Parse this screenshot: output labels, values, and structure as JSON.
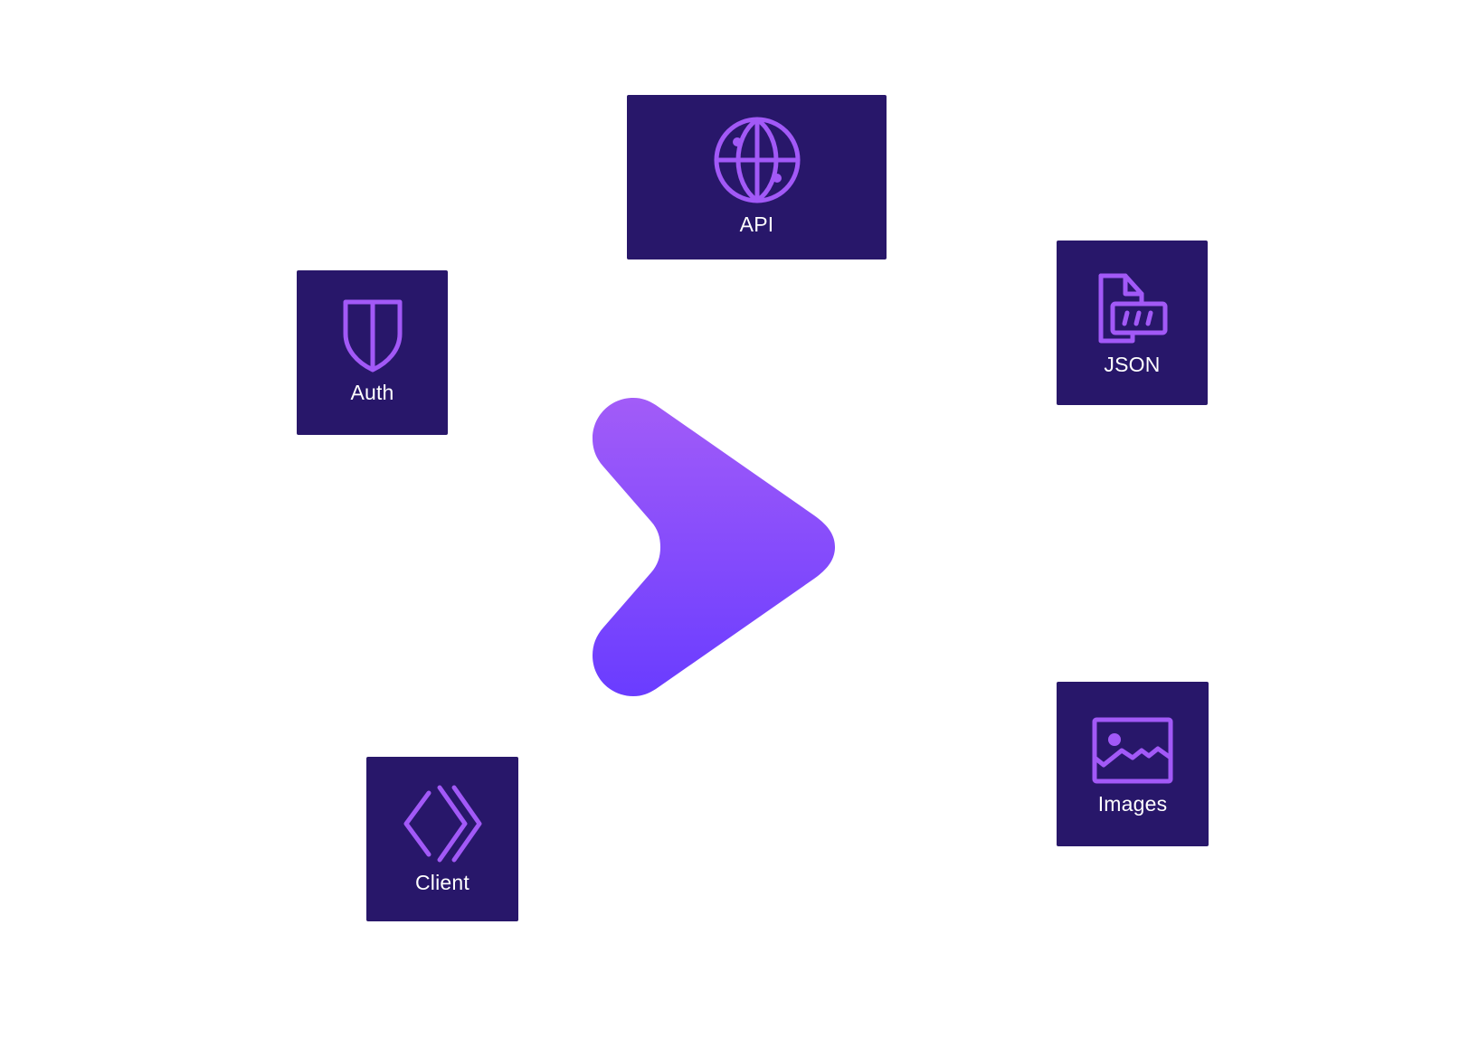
{
  "colors": {
    "background": "#ffffff",
    "node_fill": "#28176a",
    "icon_stroke": "#a259f7",
    "label_text": "#ffffff",
    "logo_gradient_top": "#a25cf8",
    "logo_gradient_bottom": "#6a3cff"
  },
  "center": {
    "icon": "chevron-right-logo-icon"
  },
  "nodes": {
    "api": {
      "label": "API",
      "icon": "globe-icon"
    },
    "auth": {
      "label": "Auth",
      "icon": "shield-icon"
    },
    "json": {
      "label": "JSON",
      "icon": "file-json-icon"
    },
    "images": {
      "label": "Images",
      "icon": "image-icon"
    },
    "client": {
      "label": "Client",
      "icon": "code-chevrons-icon"
    }
  }
}
